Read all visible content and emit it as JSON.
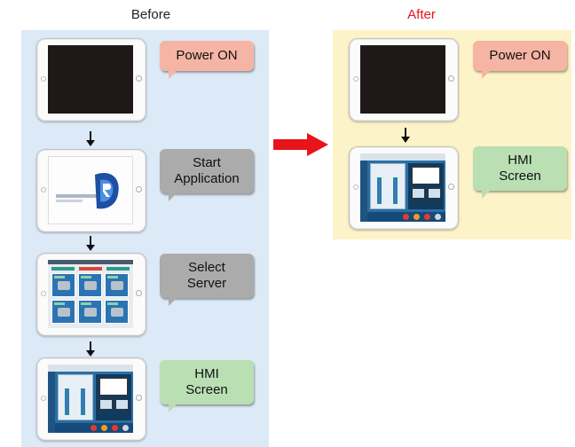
{
  "before": {
    "title": "Before",
    "steps": [
      {
        "label": "Power ON",
        "color": "#f6b5a4",
        "screen": "black"
      },
      {
        "label": "Start Application",
        "color": "#ababab",
        "screen": "start-app"
      },
      {
        "label": "Select Server",
        "color": "#ababab",
        "screen": "select-server"
      },
      {
        "label": "HMI Screen",
        "color": "#b9dfb3",
        "screen": "hmi"
      }
    ]
  },
  "after": {
    "title": "After",
    "title_color": "#e8141c",
    "steps": [
      {
        "label": "Power ON",
        "color": "#f6b5a4",
        "screen": "black"
      },
      {
        "label": "HMI Screen",
        "color": "#b9dfb3",
        "screen": "hmi"
      }
    ]
  },
  "colors": {
    "before_bg": "#dce9f7",
    "after_bg": "#fdf3c8",
    "transition_arrow": "#e8141c"
  }
}
